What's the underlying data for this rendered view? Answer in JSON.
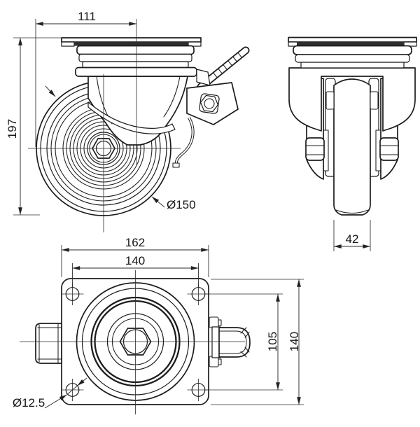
{
  "drawing": {
    "colors": {
      "line": "#1c1c1c",
      "background": "#ffffff",
      "shade_band": "#2e2e2e"
    },
    "views": {
      "side": {
        "dimensions": {
          "swivel_offset": "111",
          "overall_height": "197",
          "wheel_diameter": "Ø150"
        }
      },
      "front": {
        "dimensions": {
          "wheel_width": "42"
        }
      },
      "top": {
        "dimensions": {
          "plate_width": "162",
          "bolt_spacing_width": "140",
          "bolt_spacing_height": "105",
          "plate_depth": "140",
          "bolt_hole_diameter": "Ø12.5"
        }
      }
    }
  }
}
